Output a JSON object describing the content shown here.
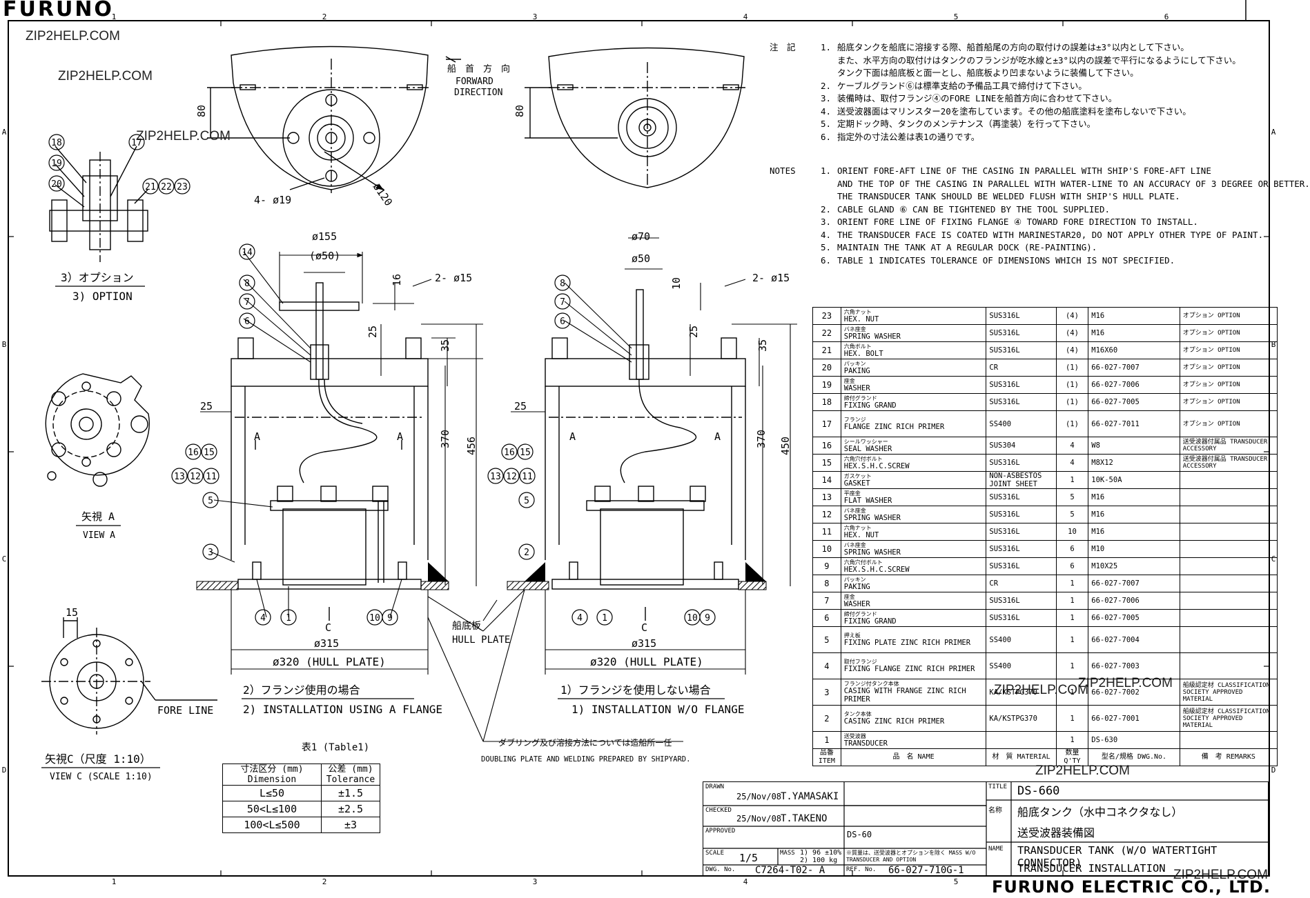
{
  "header": {
    "brand": "FURUNO",
    "footer_brand": "FURUNO ELECTRIC CO., LTD."
  },
  "watermarks": [
    "ZIP2HELP.COM",
    "ZIP2HELP.COM",
    "ZIP2HELP.COM",
    "ZIP2HELP.COM",
    "ZIP2HELP.COM",
    "ZIP2HELP.COM",
    "ZIP2HELP.COM"
  ],
  "grid": {
    "columns": [
      "1",
      "2",
      "3",
      "4",
      "5",
      "6"
    ],
    "rows": [
      "A",
      "B",
      "C",
      "D"
    ]
  },
  "notes_jp": {
    "head": "注　記",
    "items": [
      {
        "n": "1.",
        "t": "船底タンクを船底に溶接する際、船首船尾の方向の取付けの誤差は±3°以内として下さい。"
      },
      {
        "n": "",
        "t": "また、水平方向の取付けはタンクのフランジが吃水線と±3°以内の誤差で平行になるようにして下さい。"
      },
      {
        "n": "",
        "t": "タンク下面は船底板と面一とし、船底板より凹まないように装備して下さい。"
      },
      {
        "n": "2.",
        "t": "ケーブルグランド⑥は標準支給の予備品工具で締付けて下さい。"
      },
      {
        "n": "3.",
        "t": "装備時は、取付フランジ④のFORE LINEを船首方向に合わせて下さい。"
      },
      {
        "n": "4.",
        "t": "送受波器面はマリンスター20を塗布しています。その他の船底塗料を塗布しないで下さい。"
      },
      {
        "n": "5.",
        "t": "定期ドック時、タンクのメンテナンス（再塗装）を行って下さい。"
      },
      {
        "n": "6.",
        "t": "指定外の寸法公差は表1の通りです。"
      }
    ]
  },
  "notes_en": {
    "head": "NOTES",
    "items": [
      {
        "n": "1.",
        "t": "ORIENT FORE-AFT LINE OF THE CASING IN PARALLEL WITH SHIP'S FORE-AFT LINE"
      },
      {
        "n": "",
        "t": "AND THE TOP OF THE CASING IN PARALLEL WITH WATER-LINE TO AN ACCURACY OF 3 DEGREE OR BETTER."
      },
      {
        "n": "",
        "t": "THE TRANSDUCER TANK SHOULD BE WELDED FLUSH WITH SHIP'S HULL PLATE."
      },
      {
        "n": "2.",
        "t": "CABLE GLAND ⑥ CAN BE TIGHTENED BY THE TOOL SUPPLIED."
      },
      {
        "n": "3.",
        "t": "ORIENT FORE LINE OF FIXING FLANGE ④ TOWARD FORE DIRECTION TO INSTALL."
      },
      {
        "n": "4.",
        "t": "THE TRANSDUCER FACE IS COATED WITH MARINESTAR20, DO NOT APPLY OTHER TYPE OF PAINT."
      },
      {
        "n": "5.",
        "t": "MAINTAIN THE TANK AT A REGULAR DOCK (RE-PAINTING)."
      },
      {
        "n": "6.",
        "t": "TABLE 1 INDICATES TOLERANCE OF DIMENSIONS WHICH IS NOT SPECIFIED."
      }
    ]
  },
  "parts": [
    {
      "item": "23",
      "jp": "六角ナット",
      "en": "HEX. NUT",
      "mat": "SUS316L",
      "qty": "(4)",
      "dwg": "M16",
      "rm": "オプション OPTION"
    },
    {
      "item": "22",
      "jp": "バネ座金",
      "en": "SPRING WASHER",
      "mat": "SUS316L",
      "qty": "(4)",
      "dwg": "M16",
      "rm": "オプション OPTION"
    },
    {
      "item": "21",
      "jp": "六角ボルト",
      "en": "HEX. BOLT",
      "mat": "SUS316L",
      "qty": "(4)",
      "dwg": "M16X60",
      "rm": "オプション OPTION"
    },
    {
      "item": "20",
      "jp": "パッキン",
      "en": "PAKING",
      "mat": "CR",
      "qty": "(1)",
      "dwg": "66-027-7007",
      "rm": "オプション OPTION"
    },
    {
      "item": "19",
      "jp": "座金",
      "en": "WASHER",
      "mat": "SUS316L",
      "qty": "(1)",
      "dwg": "66-027-7006",
      "rm": "オプション OPTION"
    },
    {
      "item": "18",
      "jp": "締付グランド",
      "en": "FIXING GRAND",
      "mat": "SUS316L",
      "qty": "(1)",
      "dwg": "66-027-7005",
      "rm": "オプション OPTION"
    },
    {
      "item": "17",
      "jp": "フランジ",
      "en": "FLANGE ZINC RICH PRIMER",
      "mat": "SS400",
      "qty": "(1)",
      "dwg": "66-027-7011",
      "rm": "オプション OPTION"
    },
    {
      "item": "16",
      "jp": "シールワッシャー",
      "en": "SEAL WASHER",
      "mat": "SUS304",
      "qty": "4",
      "dwg": "W8",
      "rm": "送受波器付属品 TRANSDUCER ACCESSORY"
    },
    {
      "item": "15",
      "jp": "六角穴付ボルト",
      "en": "HEX.S.H.C.SCREW",
      "mat": "SUS316L",
      "qty": "4",
      "dwg": "M8X12",
      "rm": "送受波器付属品 TRANSDUCER ACCESSORY"
    },
    {
      "item": "14",
      "jp": "ガスケット",
      "en": "GASKET",
      "mat": "NON-ASBESTOS JOINT SHEET",
      "qty": "1",
      "dwg": "10K-50A",
      "rm": ""
    },
    {
      "item": "13",
      "jp": "平座金",
      "en": "FLAT WASHER",
      "mat": "SUS316L",
      "qty": "5",
      "dwg": "M16",
      "rm": ""
    },
    {
      "item": "12",
      "jp": "バネ座金",
      "en": "SPRING WASHER",
      "mat": "SUS316L",
      "qty": "5",
      "dwg": "M16",
      "rm": ""
    },
    {
      "item": "11",
      "jp": "六角ナット",
      "en": "HEX. NUT",
      "mat": "SUS316L",
      "qty": "10",
      "dwg": "M16",
      "rm": ""
    },
    {
      "item": "10",
      "jp": "バネ座金",
      "en": "SPRING WASHER",
      "mat": "SUS316L",
      "qty": "6",
      "dwg": "M10",
      "rm": ""
    },
    {
      "item": "9",
      "jp": "六角穴付ボルト",
      "en": "HEX.S.H.C.SCREW",
      "mat": "SUS316L",
      "qty": "6",
      "dwg": "M10X25",
      "rm": ""
    },
    {
      "item": "8",
      "jp": "パッキン",
      "en": "PAKING",
      "mat": "CR",
      "qty": "1",
      "dwg": "66-027-7007",
      "rm": ""
    },
    {
      "item": "7",
      "jp": "座金",
      "en": "WASHER",
      "mat": "SUS316L",
      "qty": "1",
      "dwg": "66-027-7006",
      "rm": ""
    },
    {
      "item": "6",
      "jp": "締付グランド",
      "en": "FIXING GRAND",
      "mat": "SUS316L",
      "qty": "1",
      "dwg": "66-027-7005",
      "rm": ""
    },
    {
      "item": "5",
      "jp": "押え板",
      "en": "FIXING PLATE ZINC RICH PRIMER",
      "mat": "SS400",
      "qty": "1",
      "dwg": "66-027-7004",
      "rm": ""
    },
    {
      "item": "4",
      "jp": "取付フランジ",
      "en": "FIXING FLANGE ZINC RICH PRIMER",
      "mat": "SS400",
      "qty": "1",
      "dwg": "66-027-7003",
      "rm": ""
    },
    {
      "item": "3",
      "jp": "フランジ付タンク本体",
      "en": "CASING WITH FRANGE ZINC RICH PRIMER",
      "mat": "KA/KSTPG370",
      "qty": "1",
      "dwg": "66-027-7002",
      "rm": "船級認定材 CLASSIFICATION SOCIETY APPROVED MATERIAL"
    },
    {
      "item": "2",
      "jp": "タンク本体",
      "en": "CASING ZINC RICH PRIMER",
      "mat": "KA/KSTPG370",
      "qty": "1",
      "dwg": "66-027-7001",
      "rm": "船級認定材 CLASSIFICATION SOCIETY APPROVED MATERIAL"
    },
    {
      "item": "1",
      "jp": "送受波器",
      "en": "TRANSDUCER",
      "mat": "",
      "qty": "1",
      "dwg": "DS-630",
      "rm": ""
    }
  ],
  "parts_header": {
    "item": "品番 ITEM",
    "name": "品　名 NAME",
    "mat": "材　質 MATERIAL",
    "qty": "数量 Q'TY",
    "dwg": "型名/規格 DWG.No.",
    "rm": "備　考 REMARKS"
  },
  "tolerance_table": {
    "caption": "表1 (Table1)",
    "headers": [
      "寸法区分 (mm) Dimension",
      "公差 (mm) Tolerance"
    ],
    "rows": [
      [
        "L≤50",
        "±1.5"
      ],
      [
        "50<L≤100",
        "±2.5"
      ],
      [
        "100<L≤500",
        "±3"
      ]
    ]
  },
  "title_block": {
    "drawn_lbl": "DRAWN",
    "drawn_date": "25/Nov/08",
    "drawn_name": "T.YAMASAKI",
    "checked_lbl": "CHECKED",
    "checked_date": "25/Nov/08",
    "checked_name": "T.TAKENO",
    "approved_lbl": "APPROVED",
    "ds_no": "DS-60",
    "scale_lbl": "SCALE",
    "scale": "1/5",
    "mass_lbl": "MASS",
    "mass": "1) 96 ±10%\n2) 100 kg",
    "mass_note": "※質量は、送受波器とオプションを除く MASS W/O TRANSDUCER AND OPTION",
    "dwg_lbl": "DWG. No.",
    "dwg_no": "C7264-T02- A",
    "ref_lbl": "REF. No.",
    "ref_no": "66-027-710G-1",
    "title_lbl": "TITLE",
    "title": "DS-660",
    "name_jp_lbl": "名称",
    "name_jp": "船底タンク（水中コネクタなし）",
    "name_jp2": "送受波器装備図",
    "name_lbl": "NAME",
    "name_en": "TRANSDUCER TANK (W/O WATERTIGHT CONNECTOR)",
    "name_en2": "TRANSDUCER INSTALLATION"
  },
  "drawing": {
    "dir_jp": "船　首　方　向",
    "dir_en1": "FORWARD",
    "dir_en2": "DIRECTION",
    "opt_jp": "3）オプション",
    "opt_en": "3) OPTION",
    "viewa_jp": "矢視 A",
    "viewa_en": "VIEW A",
    "viewc_jp": "矢視C（尺度 1:10）",
    "viewc_en": "VIEW C (SCALE 1:10)",
    "foreline": "FORE LINE",
    "inst2_jp": "2）フランジ使用の場合",
    "inst2_en": "2) INSTALLATION USING A FLANGE",
    "inst1_jp": "1）フランジを使用しない場合",
    "inst1_en": "1) INSTALLATION W/O FLANGE",
    "hull_jp": "船底板",
    "hull_en": "HULL PLATE",
    "doubling_jp": "ダブリング及び溶接方法については造船所一任",
    "doubling_en": "DOUBLING PLATE AND WELDING PREPARED BY SHIPYARD.",
    "hullplate_dim": "ø320 (HULL PLATE)",
    "d315": "ø315",
    "d155": "ø155",
    "d50p": "(ø50)",
    "d70": "ø70",
    "d50": "ø50",
    "d16": "16",
    "d10": "10",
    "d25": "25",
    "d35": "35",
    "d370": "370",
    "d456": "456",
    "d450": "450",
    "d2phi15": "2- ø15",
    "d4phi19": "4- ø19",
    "d120": "ø120",
    "d80": "80",
    "d15": "15",
    "sec_a": "A",
    "sec_c": "C"
  }
}
